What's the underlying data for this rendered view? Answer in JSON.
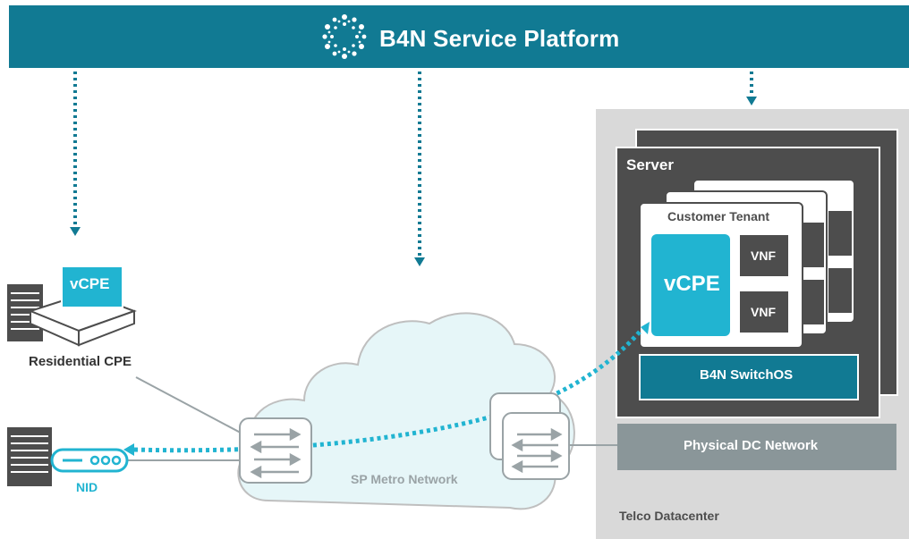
{
  "banner": {
    "title": "B4N Service Platform",
    "color": "#117a93",
    "icon": "dotted-ring-logo"
  },
  "residential": {
    "badge_label": "vCPE",
    "label": "Residential CPE"
  },
  "nid": {
    "label": "NID"
  },
  "network": {
    "label": "SP Metro Network"
  },
  "datacenter": {
    "label": "Telco Datacenter",
    "server_label": "Server",
    "tenant_label": "Customer Tenant",
    "vcpe_label": "vCPE",
    "vnf_labels": [
      "VNF",
      "VNF"
    ],
    "switchos_label": "B4N SwitchOS",
    "physical_network_label": "Physical DC Network"
  },
  "colors": {
    "accent_teal": "#117a93",
    "accent_cyan": "#21b4d1",
    "dark_gray": "#4d4d4d",
    "light_gray": "#d9d9d9",
    "mid_gray": "#8a9699",
    "cloud_fill": "#e6f6f8"
  }
}
